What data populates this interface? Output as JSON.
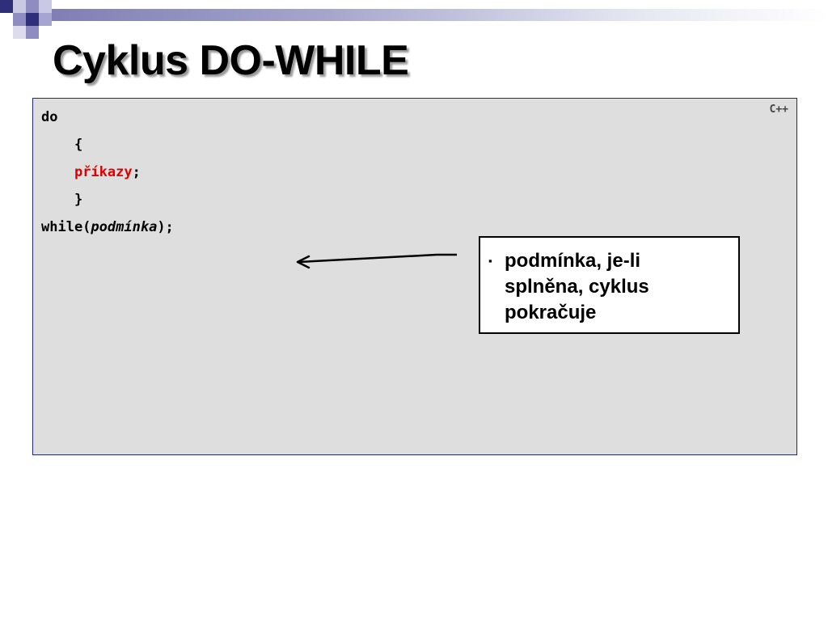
{
  "slide": {
    "title": "Cyklus DO-WHILE"
  },
  "code_panel": {
    "language": "C++",
    "lines": {
      "do": "do",
      "open_brace": "{",
      "statements": "příkazy",
      "statements_semicolon": ";",
      "close_brace": "}",
      "while_kw": "while(",
      "condition": "podmínka",
      "while_end": ");"
    }
  },
  "callout": {
    "bullet_icon": "square-bullet-icon",
    "bullet": "▪",
    "text_line1": "podmínka, je-li",
    "text_line2": "splněna, cyklus",
    "text_line3": "pokračuje"
  },
  "colors": {
    "accent": "#2e2e7a",
    "keyword_highlight": "#e00000",
    "panel_background": "#dedede",
    "panel_border": "#1f2a7a"
  }
}
